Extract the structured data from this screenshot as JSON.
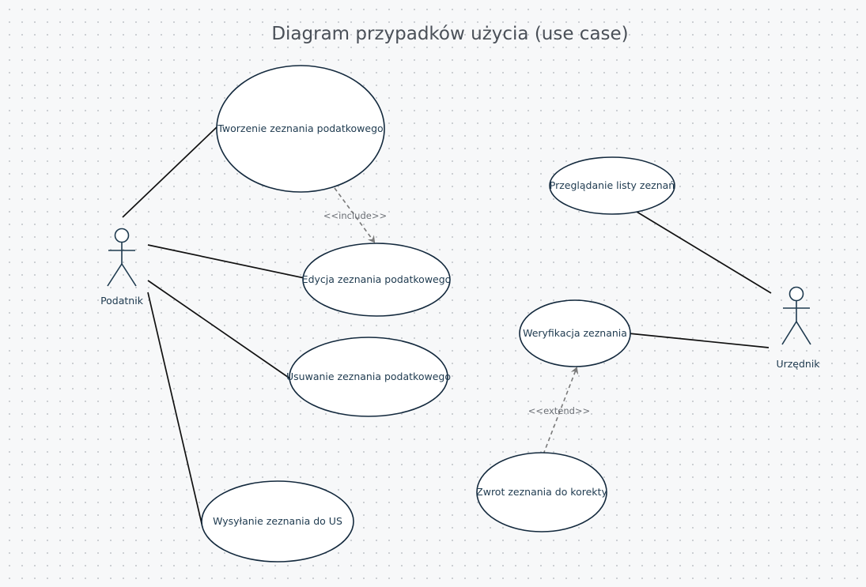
{
  "diagram": {
    "title": "Diagram przypadków użycia (use case)",
    "actors": {
      "podatnik": "Podatnik",
      "urzednik": "Urzędnik"
    },
    "use_cases": {
      "tworzenie": "Tworzenie zeznania podatkowego",
      "edycja": "Edycja zeznania podatkowego",
      "usuwanie": "Usuwanie zeznania podatkowego",
      "wysylanie": "Wysyłanie zeznania do US",
      "przegladanie": "Przeglądanie listy zeznań",
      "weryfikacja": "Weryfikacja zeznania",
      "zwrot": "Zwrot zeznania do korekty"
    },
    "relations": {
      "include": "<<include>>",
      "extend": "<<extend>>"
    }
  }
}
